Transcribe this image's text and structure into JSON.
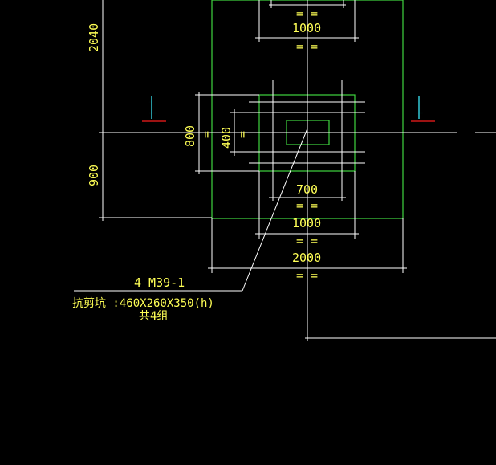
{
  "colors": {
    "background": "#000000",
    "dimension_lines": "#ffffff",
    "outline": "#3fd43f",
    "dimension_text": "#ffff55",
    "section_mark": "#33c9d6",
    "section_bar": "#d01818"
  },
  "dimensions": {
    "top_width": "1000",
    "top_eq": "= =",
    "top_eq_upper": "= =",
    "left_upper": "2040",
    "left_lower": "900",
    "height_800": "800",
    "height_400": "400",
    "eq_800": "=",
    "eq_400": "=",
    "width_700": "700",
    "eq_700": "= =",
    "width_1000": "1000",
    "eq_1000": "= =",
    "width_2000": "2000",
    "eq_2000": "= ="
  },
  "section_marks": {
    "left": "1",
    "right": "1"
  },
  "annotation": {
    "line1": "4 M39-1",
    "line2": "抗剪坑 :460X260X350(h)",
    "line3": "共4组"
  }
}
